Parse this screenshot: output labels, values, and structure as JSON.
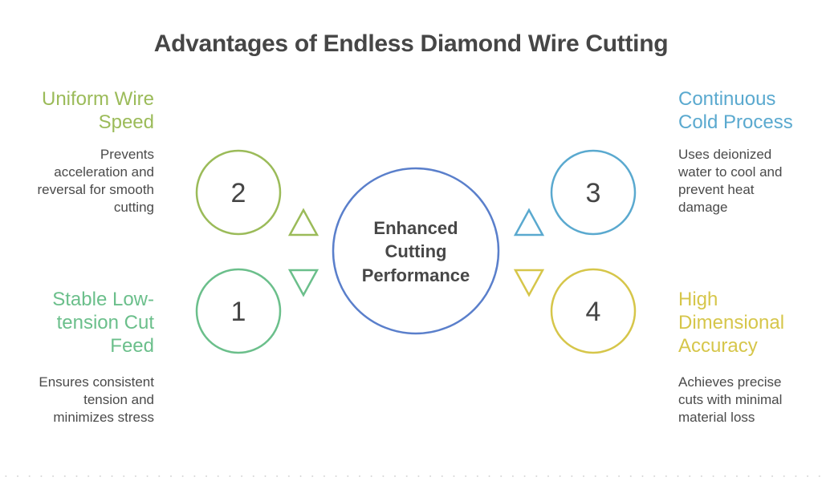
{
  "title": "Advantages of Endless Diamond Wire Cutting",
  "center": {
    "lines": [
      "Enhanced",
      "Cutting",
      "Performance"
    ],
    "color": "#5a7fcb"
  },
  "items": [
    {
      "number": "1",
      "heading_lines": [
        "Stable Low-",
        "tension Cut",
        "Feed"
      ],
      "description_lines": [
        "Ensures consistent",
        "tension and",
        "minimizes stress"
      ],
      "color": "#6bbf8b",
      "position": "bottom-left"
    },
    {
      "number": "2",
      "heading_lines": [
        "Uniform Wire",
        "Speed"
      ],
      "description_lines": [
        "Prevents",
        "acceleration and",
        "reversal for smooth",
        "cutting"
      ],
      "color": "#9bbb59",
      "position": "top-left"
    },
    {
      "number": "3",
      "heading_lines": [
        "Continuous",
        "Cold Process"
      ],
      "description_lines": [
        "Uses deionized",
        "water to cool and",
        "prevent heat",
        "damage"
      ],
      "color": "#5aa9cf",
      "position": "top-right"
    },
    {
      "number": "4",
      "heading_lines": [
        "High",
        "Dimensional",
        "Accuracy"
      ],
      "description_lines": [
        "Achieves precise",
        "cuts with minimal",
        "material loss"
      ],
      "color": "#d6c64a",
      "position": "bottom-right"
    }
  ]
}
